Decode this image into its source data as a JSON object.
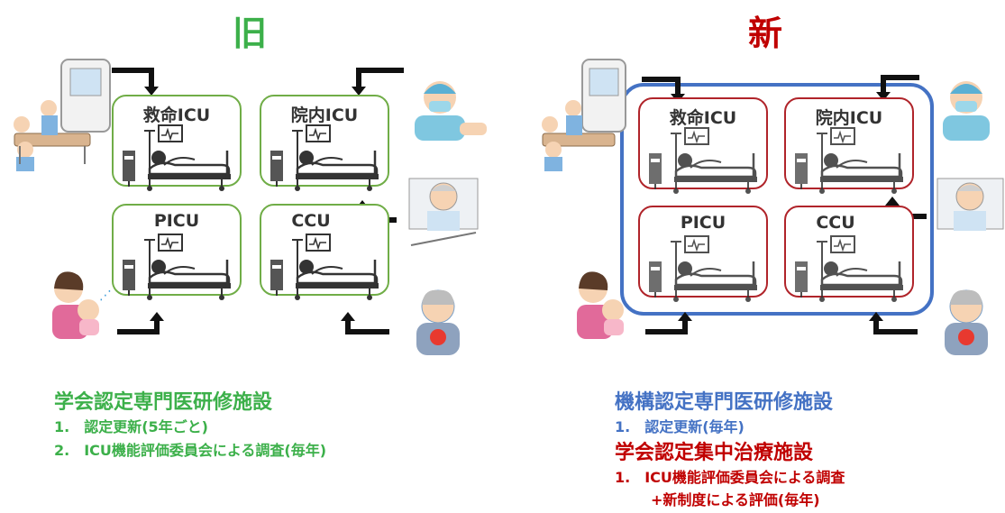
{
  "colors": {
    "green": "#70ad47",
    "red": "#b0242a",
    "blue": "#4472c4",
    "text_green": "#3cb04a",
    "text_red": "#c00000"
  },
  "old": {
    "title": "旧",
    "units": [
      "救命ICU",
      "院内ICU",
      "PICU",
      "CCU"
    ],
    "heading": "学会認定専門医研修施設",
    "items": [
      "1.　認定更新(5年ごと)",
      "2.　ICU機能評価委員会による調査(毎年)"
    ]
  },
  "new": {
    "title": "新",
    "units": [
      "救命ICU",
      "院内ICU",
      "PICU",
      "CCU"
    ],
    "heading1": "機構認定専門医研修施設",
    "items1": [
      "1.　認定更新(毎年)"
    ],
    "heading2": "学会認定集中治療施設",
    "items2": [
      "1.　ICU機能評価委員会による調査",
      "+新制度による評価(毎年)"
    ]
  },
  "icons": [
    "ambulance-patient-icon",
    "surgeon-icon",
    "bedridden-elderly-icon",
    "mother-child-icon",
    "chest-pain-elderly-icon",
    "icu-bed-icon"
  ]
}
